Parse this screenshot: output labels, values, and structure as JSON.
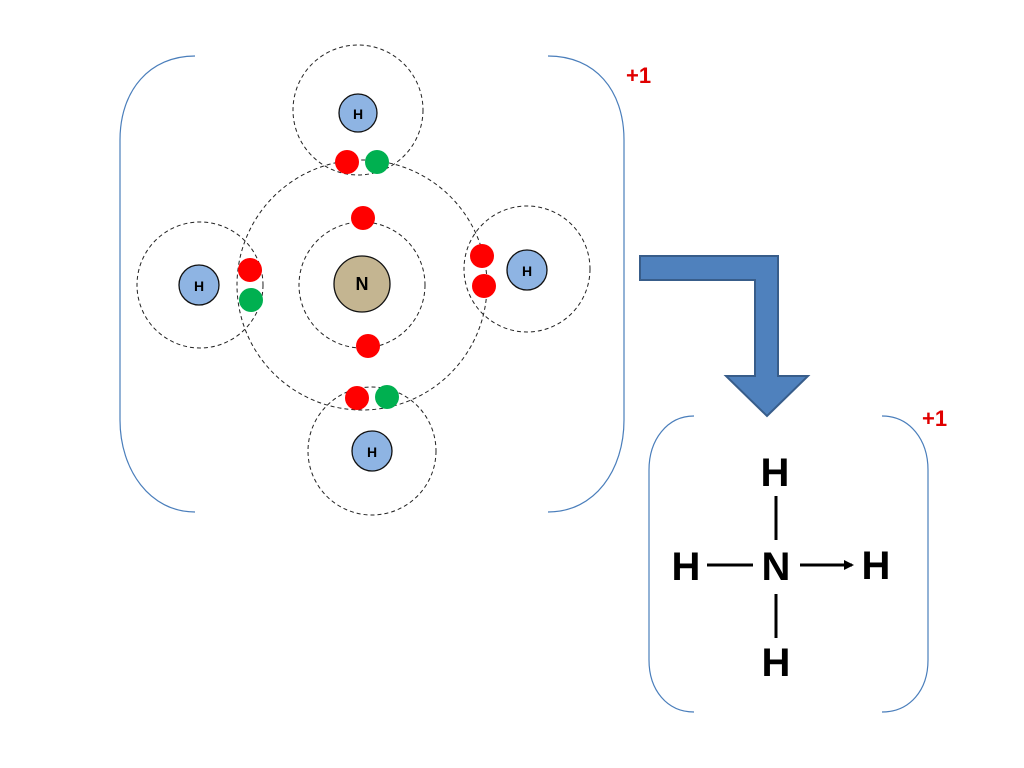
{
  "colors": {
    "bracket": "#4a7ebb",
    "hydrogen": "#8eb4e3",
    "nitrogen": "#c4b591",
    "nitrogen_electron": "#ff0000",
    "hydrogen_electron": "#00b050",
    "charge": "#e00000",
    "arrow": "#4f81bd"
  },
  "electron_diagram": {
    "charge": "+1",
    "nitrogen_label": "N",
    "hydrogen_labels": [
      "H",
      "H",
      "H",
      "H"
    ]
  },
  "structural_formula": {
    "charge": "+1",
    "center": "N",
    "top": "H",
    "left": "H",
    "right": "H",
    "bottom": "H",
    "dative_bond": "right"
  }
}
